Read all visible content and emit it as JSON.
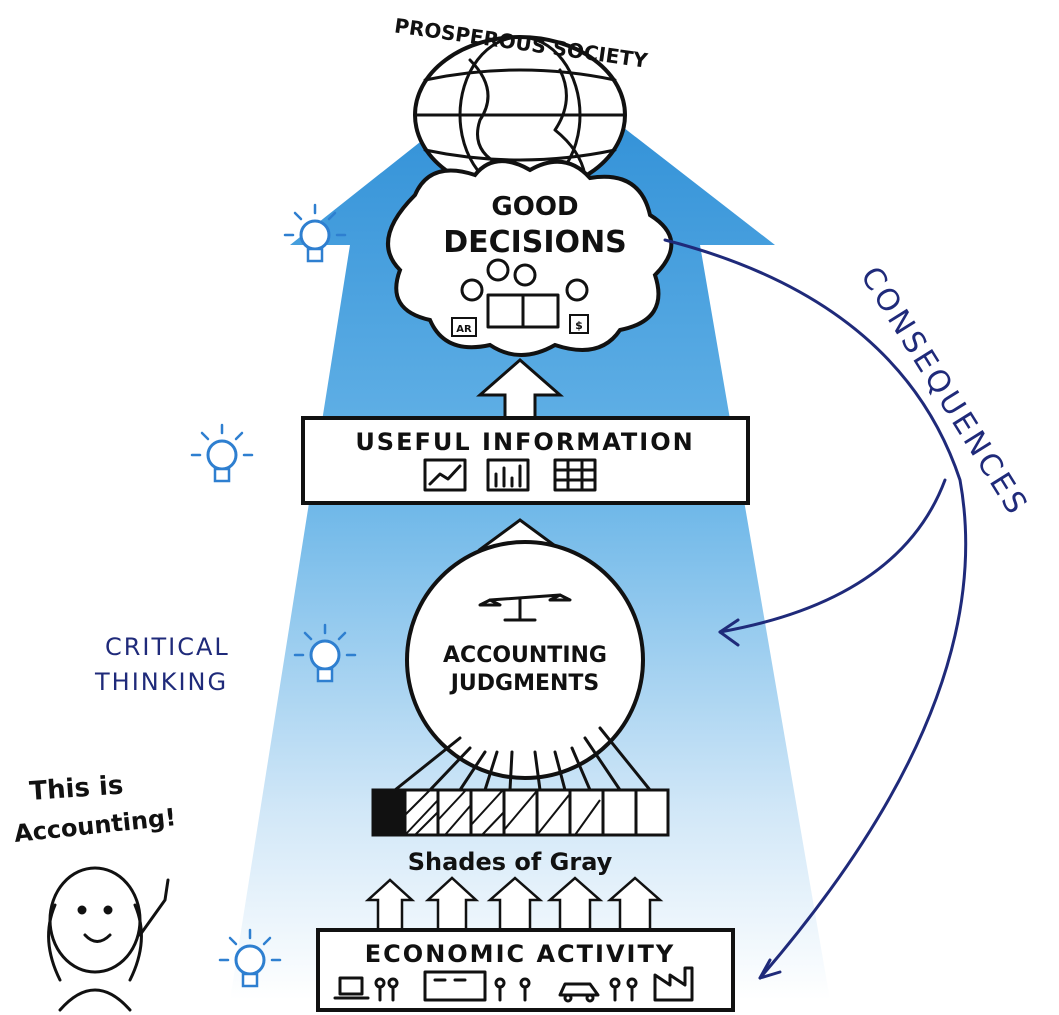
{
  "labels": {
    "top": "PROSPEROUS SOCIETY",
    "good_line1": "GOOD",
    "good_line2": "DECISIONS",
    "useful": "USEFUL INFORMATION",
    "judg_line1": "ACCOUNTING",
    "judg_line2": "JUDGMENTS",
    "shades": "Shades of Gray",
    "economic": "ECONOMIC ACTIVITY",
    "critical_line1": "CRITICAL",
    "critical_line2": "THINKING",
    "consequences": "CONSEQUENCES",
    "speech_line1": "This is",
    "speech_line2": "Accounting!",
    "tag_ar": "AR",
    "tag_dollar": "$"
  },
  "colors": {
    "arrow_top": "#2b8fd6",
    "arrow_bottom": "#ffffff",
    "ink": "#111111",
    "accent_blue": "#1f2a7a",
    "bulb": "#2e7fd0"
  },
  "icons": [
    "globe-icon",
    "lightbulb-icon",
    "scales-icon",
    "line-chart-icon",
    "bar-chart-icon",
    "table-icon",
    "people-icon",
    "factory-icon",
    "car-icon",
    "laptop-icon"
  ]
}
